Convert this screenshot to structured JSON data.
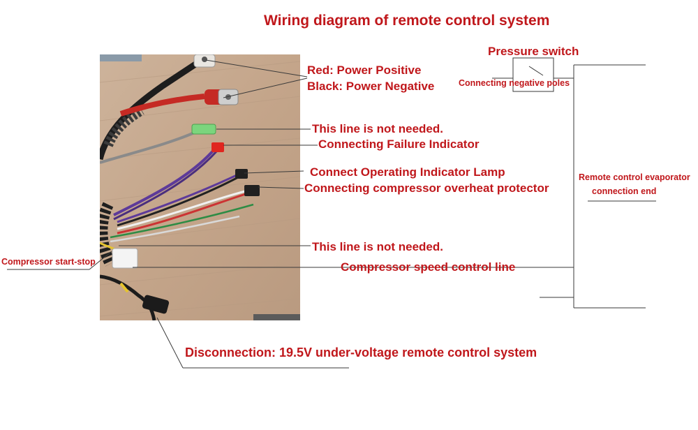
{
  "title": "Wiring diagram of remote control system",
  "labels": {
    "pressure_switch": "Pressure switch",
    "connecting_negative_poles": "Connecting negative poles",
    "red_power_positive": "Red: Power Positive",
    "black_power_negative": "Black: Power Negative",
    "line_not_needed_1": "This line is not needed.",
    "failure_indicator": "Connecting Failure Indicator",
    "operating_indicator": "Connect Operating Indicator Lamp",
    "overheat_protector": "Connecting compressor overheat protector",
    "line_not_needed_2": "This line is not needed.",
    "compressor_start_stop": "Compressor start-stop",
    "speed_control": "Compressor speed control line",
    "evaporator_line1": "Remote control evaporator",
    "evaporator_line2": "connection end",
    "disconnection": "Disconnection: 19.5V under-voltage remote control system"
  },
  "colors": {
    "label_text": "#c0171b",
    "leader_lines": "#3a3a3a",
    "photo_background": "#c9ab8f"
  }
}
